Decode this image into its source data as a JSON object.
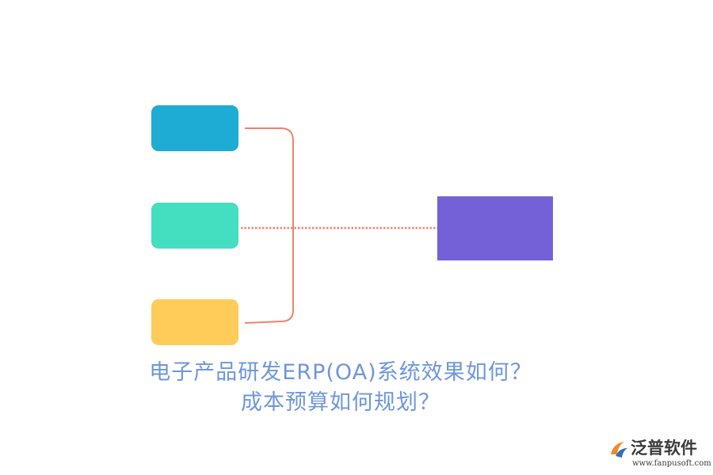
{
  "diagram": {
    "colors": {
      "node_blue": "#1eacd4",
      "node_green": "#44dfc0",
      "node_yellow": "#ffcc5a",
      "target": "#7461d8",
      "connector": "#f0826e",
      "title": "#6e96dc"
    },
    "title_lines": [
      "电子产品研发ERP(OA)系统效果如何？",
      "成本预算如何规划？"
    ]
  },
  "logo": {
    "name": "泛普软件",
    "url": "www.fanpusoft.com",
    "icon": "fanpu-logo-icon",
    "colors": {
      "text": "#3b3b3b",
      "mark_orange": "#f08a2c",
      "mark_blue": "#2f6fb8"
    }
  }
}
